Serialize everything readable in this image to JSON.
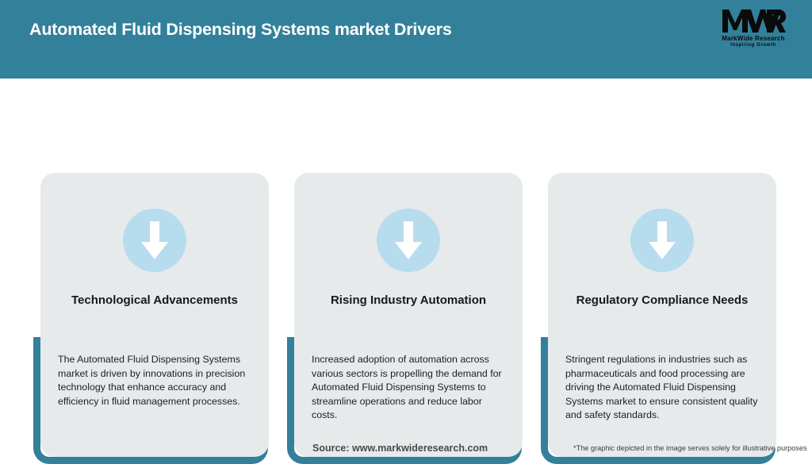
{
  "header": {
    "title": "Automated Fluid Dispensing Systems market Drivers",
    "background_color": "#33809b",
    "title_color": "#ffffff"
  },
  "logo": {
    "mark": "MWR",
    "name": "MarkWide Research",
    "tagline": "Inspiring Growth"
  },
  "theme": {
    "accent_teal": "#33809b",
    "card_background": "#e6eaeb",
    "icon_circle": "#b6dced",
    "arrow_color": "#ffffff"
  },
  "cards": [
    {
      "icon": "arrow-down-icon",
      "title": "Technological Advancements",
      "body": "The Automated Fluid Dispensing Systems market is driven by innovations in precision technology that enhance accuracy and efficiency in fluid management processes."
    },
    {
      "icon": "arrow-down-icon",
      "title": "Rising Industry Automation",
      "body": "Increased adoption of automation across various sectors is propelling the demand for Automated Fluid Dispensing Systems to streamline operations and reduce labor costs."
    },
    {
      "icon": "arrow-down-icon",
      "title": "Regulatory Compliance Needs",
      "body": "Stringent regulations in industries such as pharmaceuticals and food processing are driving the Automated Fluid Dispensing Systems market to ensure consistent quality and safety standards."
    }
  ],
  "footer": {
    "source": "Source: www.markwideresearch.com",
    "disclaimer": "*The graphic depicted in the image serves solely for illustrative purposes"
  }
}
